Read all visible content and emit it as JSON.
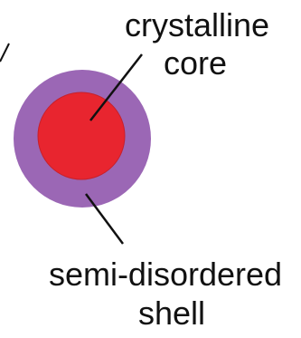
{
  "labels": {
    "core_line1": "crystalline",
    "core_line2": "core",
    "shell_line1": "semi-disordered",
    "shell_line2": "shell"
  },
  "colors": {
    "shell": "#9b67b5",
    "core": "#e8252f",
    "core_edge": "#c7202b",
    "line": "#111111",
    "text": "#111111"
  }
}
